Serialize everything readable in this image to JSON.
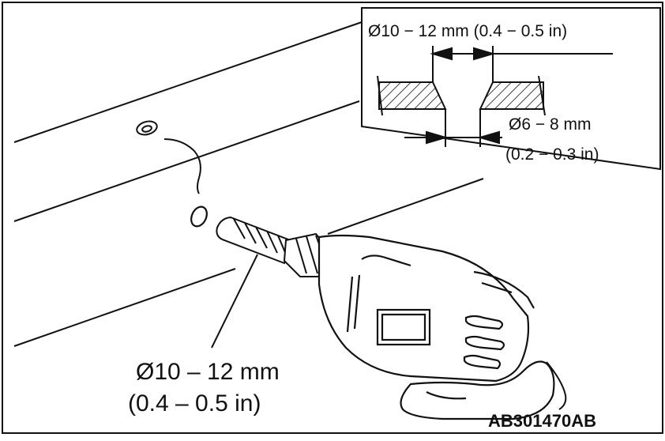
{
  "figure_code": "AB301470AB",
  "inset": {
    "outer_diameter_label": "Ø10 − 12 mm (0.4 − 0.5 in)",
    "inner_diameter_label_line1": "Ø6 − 8 mm",
    "inner_diameter_label_line2": "(0.2 − 0.3 in)"
  },
  "main": {
    "drill_label_line1": "Ø10 – 12 mm",
    "drill_label_line2": "(0.4 – 0.5 in)"
  }
}
